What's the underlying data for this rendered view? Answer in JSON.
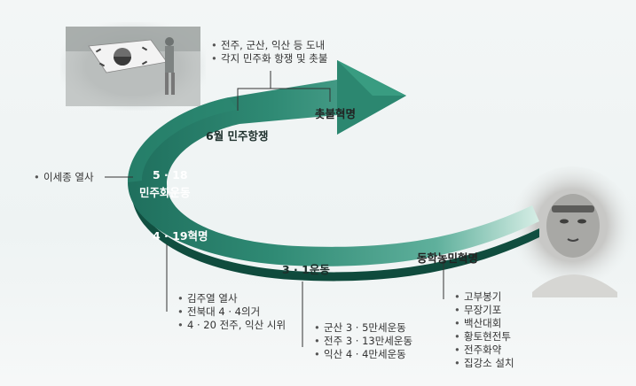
{
  "diagram": {
    "stages": {
      "candlelight": "촛불혁명",
      "june_uprising": "6월 민주항쟁",
      "may18_line1": "5 · 18",
      "may18_line2": "민주화운동",
      "april19": "4 · 19혁명",
      "march1": "3 · 1운동",
      "donghak": "동학농민혁명"
    },
    "notes": {
      "candlelight": [
        "전주, 군산, 익산 등 도내",
        "각지 민주화 항쟁 및 촛불"
      ],
      "may18": "이세종 열사",
      "april19": [
        "김주열 열사",
        "전북대 4 · 4의거",
        "4 · 20 전주, 익산 시위"
      ],
      "march1": [
        "군산 3 · 5만세운동",
        "전주 3 · 13만세운동",
        "익산 4 · 4만세운동"
      ],
      "donghak": [
        "고부봉기",
        "무장기포",
        "백산대회",
        "황토현전투",
        "전주화약",
        "집강소 설치"
      ]
    },
    "colors": {
      "arrow_dark": "#1f7a66",
      "arrow_mid": "#3e9c86",
      "arrow_light": "#c9e7dd",
      "leader_line": "#333333"
    }
  }
}
